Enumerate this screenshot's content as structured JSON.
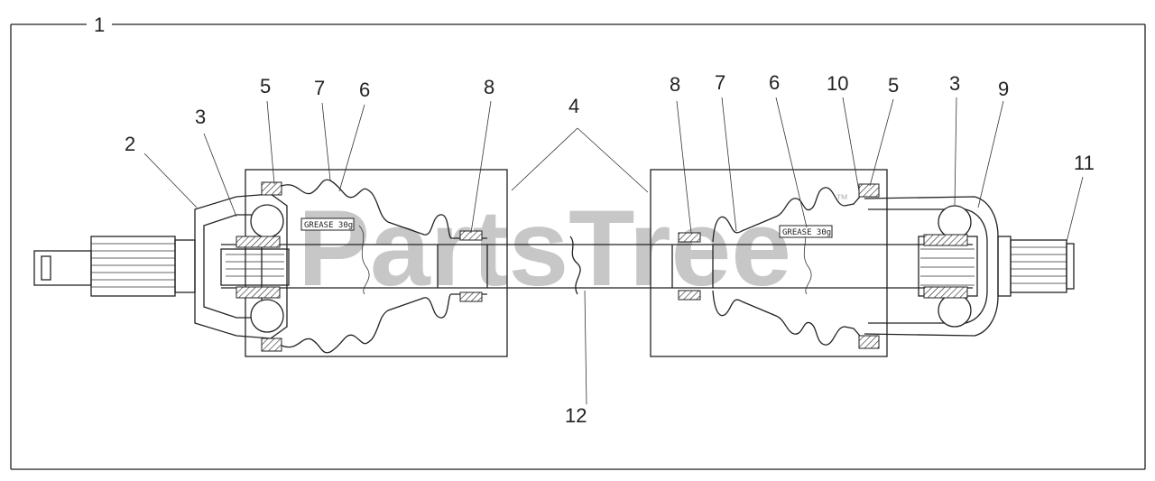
{
  "diagram": {
    "callouts": {
      "c1": "1",
      "c2": "2",
      "c3_left": "3",
      "c3_right": "3",
      "c4": "4",
      "c5_left": "5",
      "c5_right": "5",
      "c6_left": "6",
      "c6_right": "6",
      "c7_left": "7",
      "c7_right": "7",
      "c8_left": "8",
      "c8_right": "8",
      "c9": "9",
      "c10": "10",
      "c11": "11",
      "c12": "12"
    },
    "grease_left": "GREASE 30g",
    "grease_right": "GREASE 30g"
  },
  "watermark": {
    "text": "PartsTree",
    "tm": "™"
  }
}
